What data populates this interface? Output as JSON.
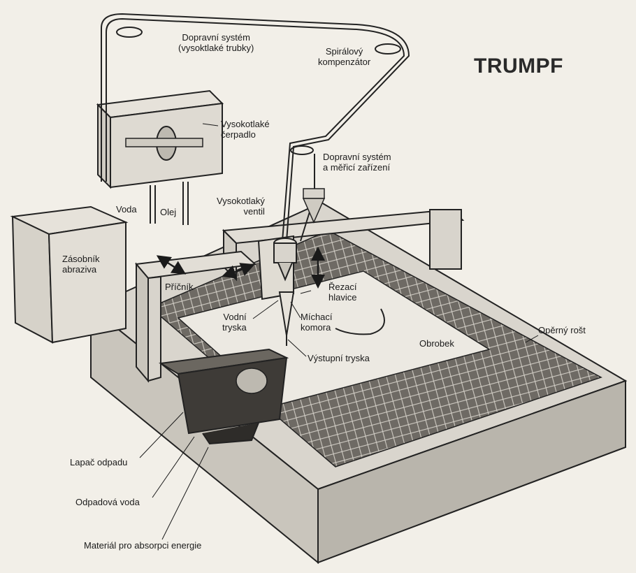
{
  "brand": "TRUMPF",
  "labels": {
    "transport_system": "Dopravní systém\n(vysoktlaké trubky)",
    "spiral_compensator": "Spirálový\nkompenzátor",
    "high_pressure_pump": "Vysokotlaké\nčerpadlo",
    "transport_measuring": "Dopravní systém\na měřicí zařízení",
    "water": "Voda",
    "oil": "Olej",
    "high_pressure_valve": "Vysokotlaký\nventil",
    "abrasive_reservoir": "Zásobník\nabraziva",
    "crossbeam": "Příčník",
    "cutting_head": "Řezací\nhlavice",
    "water_nozzle": "Vodní\ntryska",
    "mixing_chamber": "Míchací\nkomora",
    "workpiece": "Obrobek",
    "support_grate": "Opěrný rošt",
    "outlet_nozzle": "Výstupní tryska",
    "waste_catcher": "Lapač odpadu",
    "waste_water": "Odpadová voda",
    "energy_absorption": "Materiál pro absorpci energie"
  }
}
